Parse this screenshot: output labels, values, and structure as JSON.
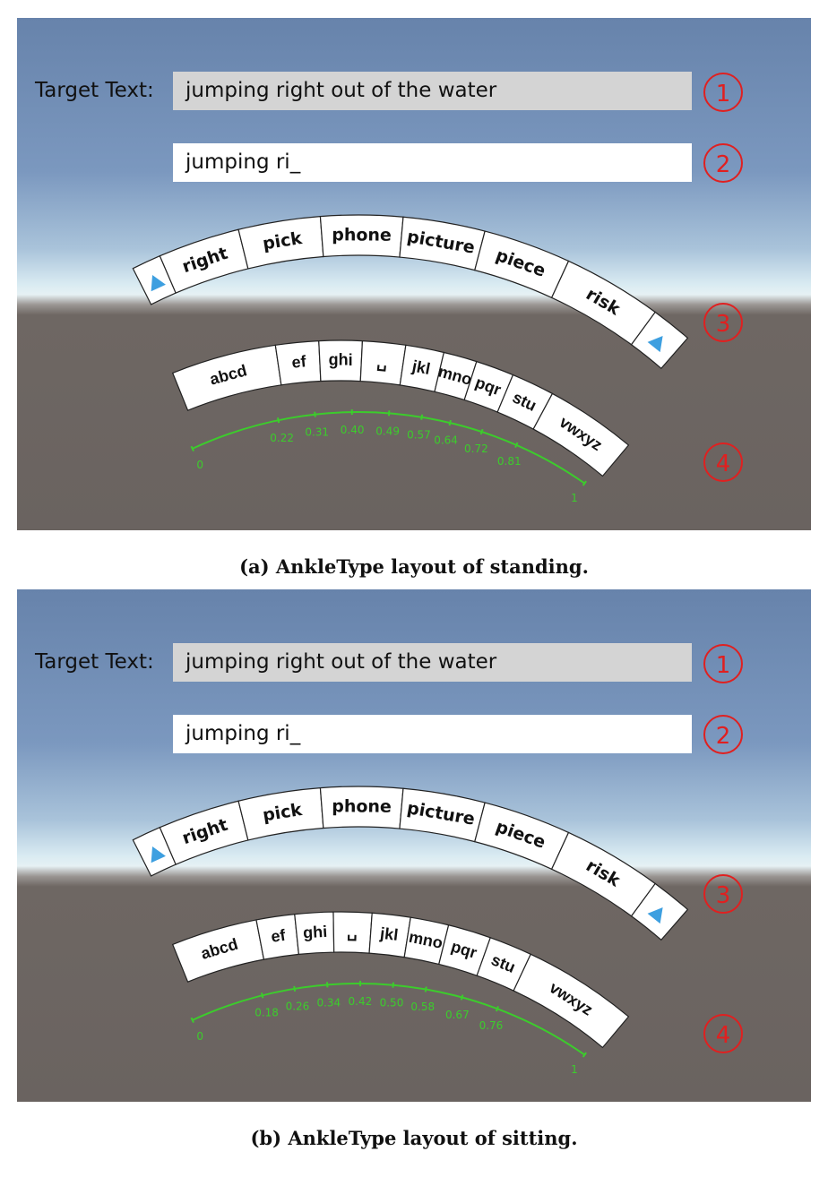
{
  "panels": [
    {
      "target_label": "Target Text:",
      "target_text": "jumping right out of the water",
      "typed_text": "jumping ri_",
      "markers": [
        "1",
        "2",
        "3",
        "4"
      ],
      "word_suggestions": [
        "right",
        "pick",
        "phone",
        "picture",
        "piece",
        "risk"
      ],
      "scroll_icons": [
        "triangle-left-icon",
        "triangle-right-icon"
      ],
      "keys": [
        "abcd",
        "ef",
        "ghi",
        "␣",
        "jkl",
        "mno",
        "pqr",
        "stu",
        "vwxyz"
      ],
      "scale_ticks": [
        "0",
        "0.22",
        "0.31",
        "0.40",
        "0.49",
        "0.57",
        "0.64",
        "0.72",
        "0.81",
        "1"
      ],
      "caption": "(a) AnkleType layout of standing."
    },
    {
      "target_label": "Target Text:",
      "target_text": "jumping right out of the water",
      "typed_text": "jumping ri_",
      "markers": [
        "1",
        "2",
        "3",
        "4"
      ],
      "word_suggestions": [
        "right",
        "pick",
        "phone",
        "picture",
        "piece",
        "risk"
      ],
      "scroll_icons": [
        "triangle-left-icon",
        "triangle-right-icon"
      ],
      "keys": [
        "abcd",
        "ef",
        "ghi",
        "␣",
        "jkl",
        "mno",
        "pqr",
        "stu",
        "vwxyz"
      ],
      "scale_ticks": [
        "0",
        "0.18",
        "0.26",
        "0.34",
        "0.42",
        "0.50",
        "0.58",
        "0.67",
        "0.76",
        "1"
      ],
      "caption": "(b) AnkleType layout of sitting."
    }
  ],
  "colors": {
    "scale": "#3ccc2c",
    "marker": "#e02020",
    "triangle": "#3d9fe0"
  }
}
